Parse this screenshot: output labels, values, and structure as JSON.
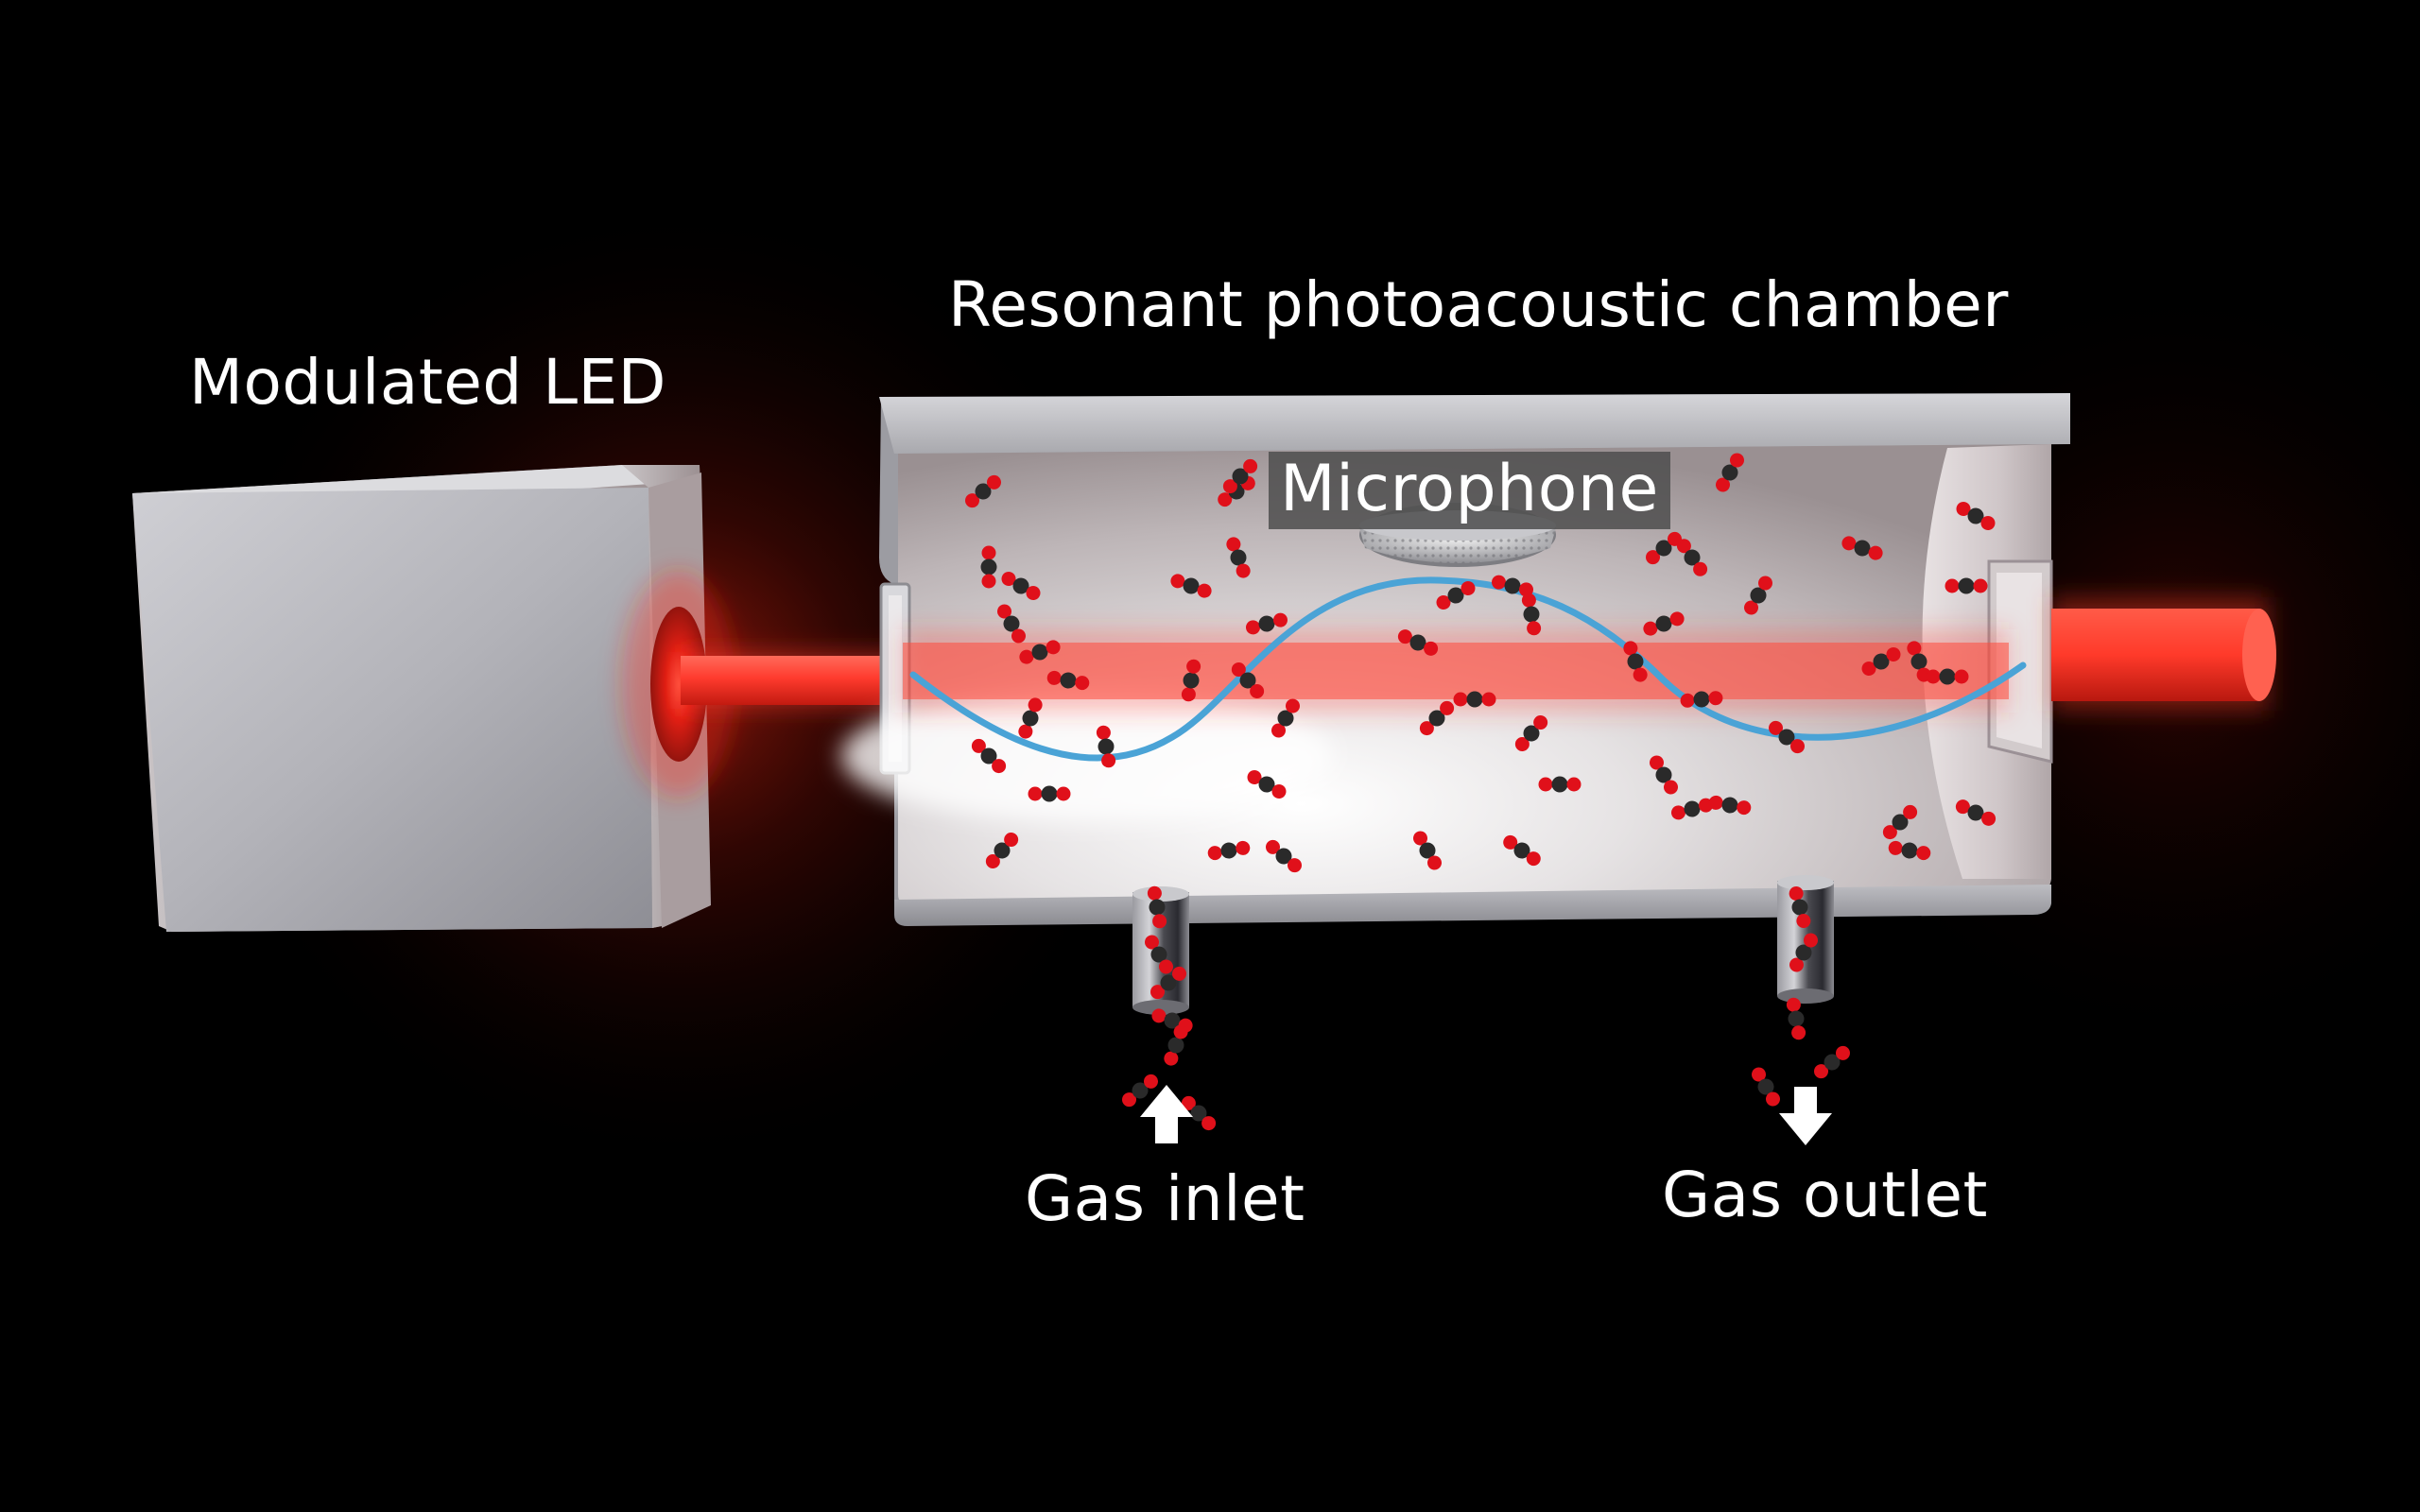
{
  "labels": {
    "modulated_led": "Modulated LED",
    "chamber": "Resonant photoacoustic chamber",
    "microphone": "Microphone",
    "gas_inlet": "Gas inlet",
    "gas_outlet": "Gas outlet"
  },
  "colors": {
    "background": "#000000",
    "beam": "#ff4a3d",
    "acoustic_wave": "#4aa3d6",
    "oxygen_atom": "#e0101a",
    "carbon_atom": "#2a2a2a",
    "housing": "#b6b6bc",
    "arrow": "#ffffff"
  }
}
